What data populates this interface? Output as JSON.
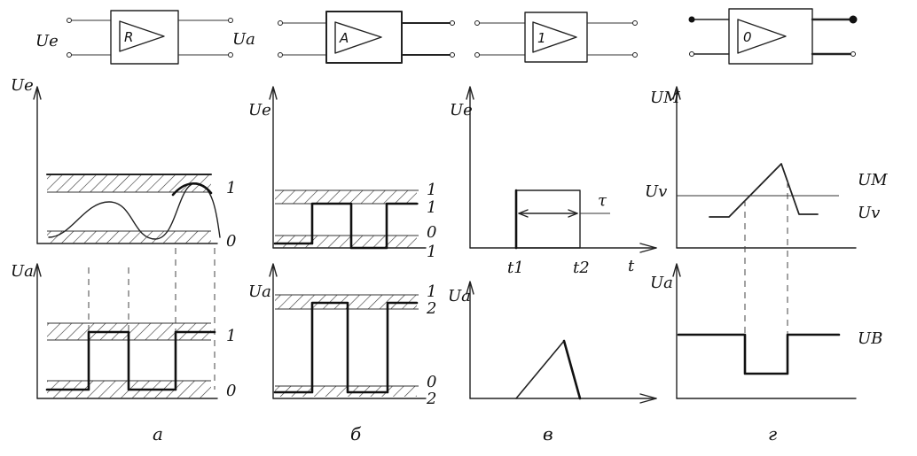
{
  "blocks": [
    {
      "symbol": "R",
      "in_label": "Ue",
      "out_label": "Ua"
    },
    {
      "symbol": "A"
    },
    {
      "symbol": "1"
    },
    {
      "symbol": "0"
    }
  ],
  "panels": {
    "a": {
      "top_axis": "Ue",
      "bottom_axis": "Ua",
      "top_levels": [
        "1",
        "0"
      ],
      "bottom_levels": [
        "1",
        "0"
      ],
      "caption": "а"
    },
    "b": {
      "top_axis": "Ue",
      "bottom_axis": "Ua",
      "top_levels": [
        "1",
        "1",
        "0",
        "1"
      ],
      "bottom_levels": [
        "1",
        "2",
        "0",
        "2"
      ],
      "caption": "б"
    },
    "v": {
      "top_axis": "Ue",
      "bottom_axis": "Ua",
      "t1": "t1",
      "t2": "t2",
      "t": "t",
      "tau": "τ",
      "caption": "в"
    },
    "g": {
      "top_axis": "UM",
      "bottom_axis": "Ua",
      "uv_left": "Uv",
      "um_right": "UM",
      "uv_right": "Uv",
      "ub_right": "UB",
      "caption": "г"
    }
  }
}
